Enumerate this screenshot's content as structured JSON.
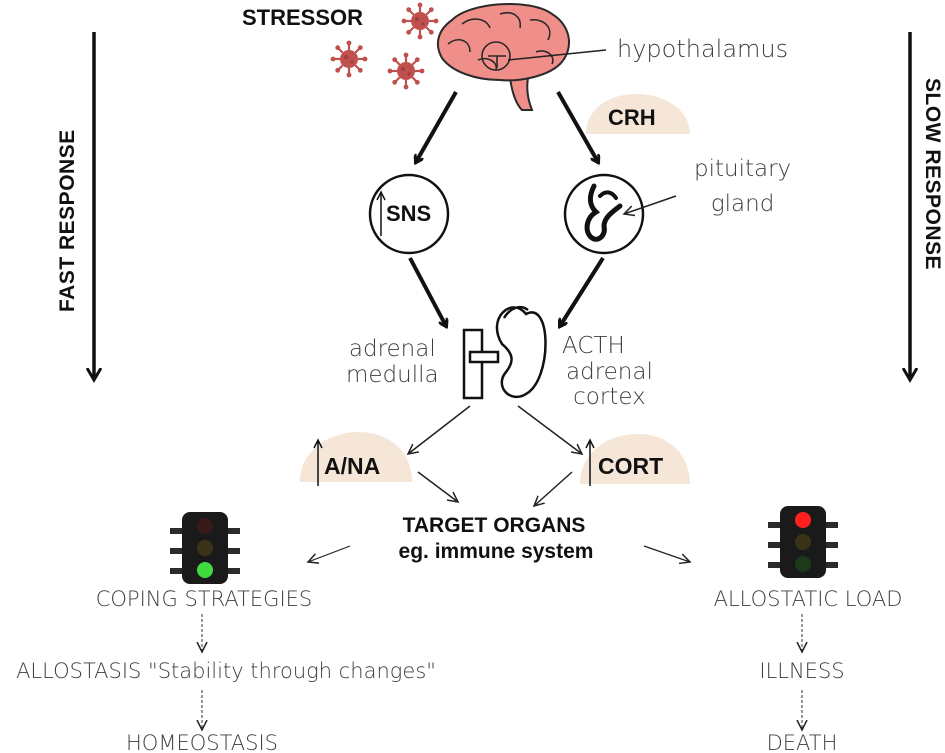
{
  "diagram": {
    "stressor": "STRESSOR",
    "hypothalamus": "hypothalamus",
    "crh": "CRH",
    "pituitary": "pituitary\ngland",
    "sns": "SNS",
    "adrenal_medulla": "adrenal\nmedulla",
    "acth": "ACTH",
    "adrenal_cortex": "adrenal\ncortex",
    "a_na": "A/NA",
    "cort": "CORT",
    "target_organs": "TARGET ORGANS",
    "immune": "eg. immune system",
    "fast_response": "FAST RESPONSE",
    "slow_response": "SLOW RESPONSE",
    "coping": "COPING STRATEGIES",
    "allostasis": "ALLOSTASIS \"Stability through changes\"",
    "homeostasis": "HOMEOSTASIS",
    "allostatic_load": "ALLOSTATIC LOAD",
    "illness": "ILLNESS",
    "death": "DEATH"
  },
  "colors": {
    "brain": "#f08f8a",
    "brain_outline": "#2a2a2a",
    "virus": "#c0504d",
    "badge": "#f6e6d8",
    "light_green": "#3fdc3f",
    "light_red": "#ff2020",
    "light_off": "#3a3318"
  },
  "icons": {
    "brain": "brain-icon",
    "virus": "virus-icon",
    "pituitary": "pituitary-gland-icon",
    "kidney": "kidney-adrenal-icon",
    "traffic_light_green": "traffic-light-icon",
    "traffic_light_red": "traffic-light-icon"
  }
}
